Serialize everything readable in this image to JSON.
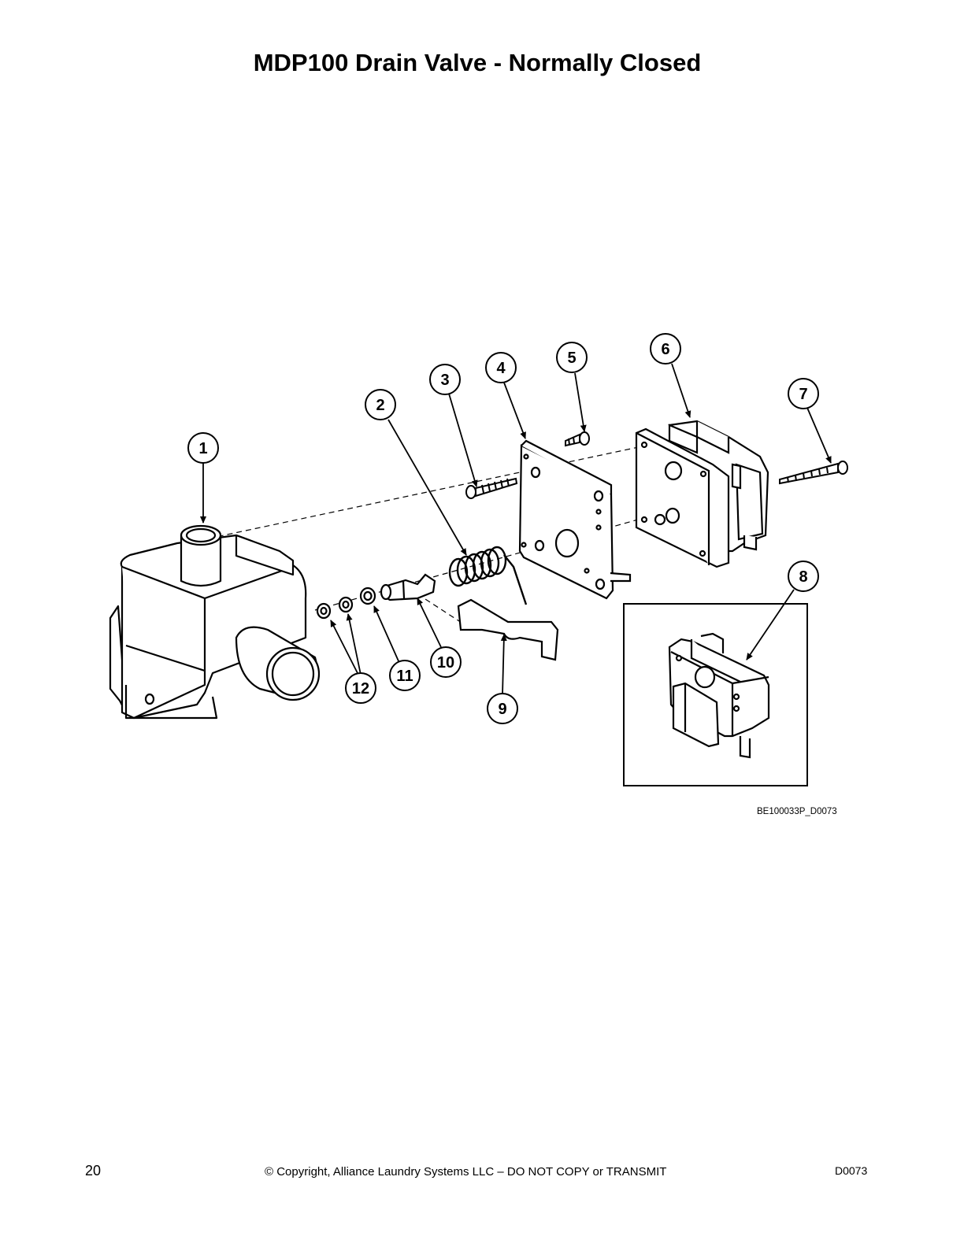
{
  "title": "MDP100 Drain Valve - Normally Closed",
  "figure_code": "BE100033P_D0073",
  "callouts": [
    "1",
    "2",
    "3",
    "4",
    "5",
    "6",
    "7",
    "8",
    "9",
    "10",
    "11",
    "12"
  ],
  "footer": {
    "page_number": "20",
    "copyright": "© Copyright, Alliance Laundry Systems LLC – DO NOT COPY or TRANSMIT",
    "doc_id": "D0073"
  }
}
